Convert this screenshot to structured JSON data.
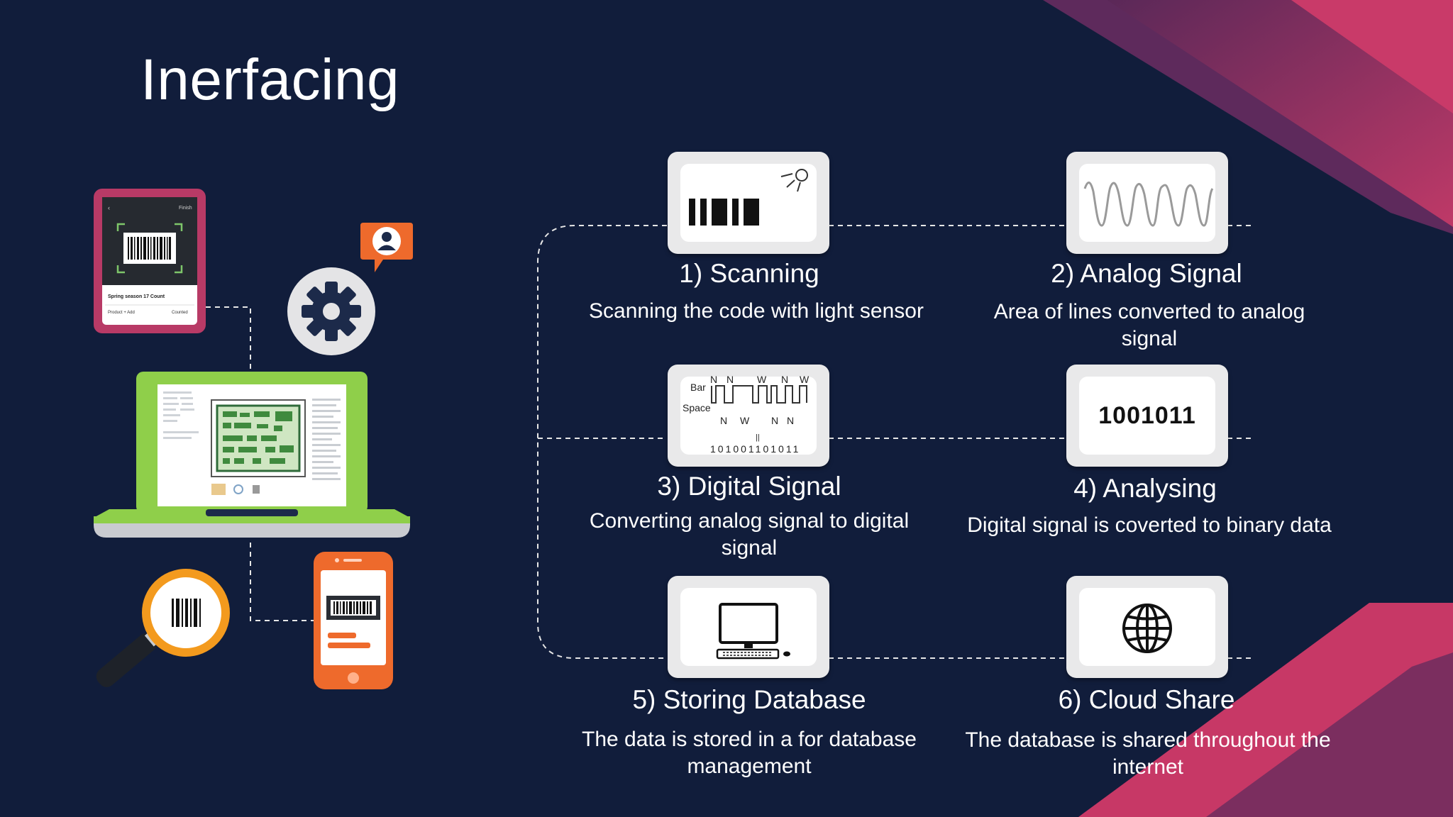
{
  "slide": {
    "title": "Inerfacing",
    "colors": {
      "background": "#111d3b",
      "accent_pink": "#c73866",
      "accent_purple": "#6b2d5e",
      "laptop_green": "#8fcf4a",
      "phone_orange": "#ee6a2c",
      "magnifier_orange": "#f39a1e",
      "tablet_pink": "#b83a66"
    },
    "illustration": {
      "tablet": {
        "app_header": "Finish",
        "list_label": "Spring season 17 Count",
        "footer_left": "Product + Add",
        "footer_right": "Counted"
      },
      "icons": [
        "gear-icon",
        "user-chat-icon",
        "barcode-magnifier-icon",
        "phone-barcode-icon",
        "laptop-icon",
        "tablet-barcode-icon"
      ]
    },
    "steps": [
      {
        "title": "1) Scanning",
        "desc": "Scanning the code with light sensor",
        "icon": "barcode-light-icon"
      },
      {
        "title": "2) Analog Signal",
        "desc": "Area of lines converted to analog signal",
        "icon": "waveform-icon"
      },
      {
        "title": "3) Digital Signal",
        "desc": "Converting analog signal to digital signal",
        "icon": "digital-signal-icon",
        "diagram": {
          "bar_label": "Bar",
          "space_label": "Space",
          "top": [
            "N",
            "N",
            "W",
            "N",
            "W"
          ],
          "bottom": [
            "N",
            "W",
            "N",
            "N"
          ],
          "equals": "||",
          "bits": "101001101011"
        }
      },
      {
        "title": "4) Analysing",
        "desc": "Digital signal is coverted to binary data",
        "icon": "binary-data-icon",
        "value": "1001011"
      },
      {
        "title": "5) Storing Database",
        "desc": "The data is stored in a for database management",
        "icon": "computer-icon"
      },
      {
        "title": "6) Cloud Share",
        "desc": "The database is shared throughout the internet",
        "icon": "globe-icon"
      }
    ]
  }
}
